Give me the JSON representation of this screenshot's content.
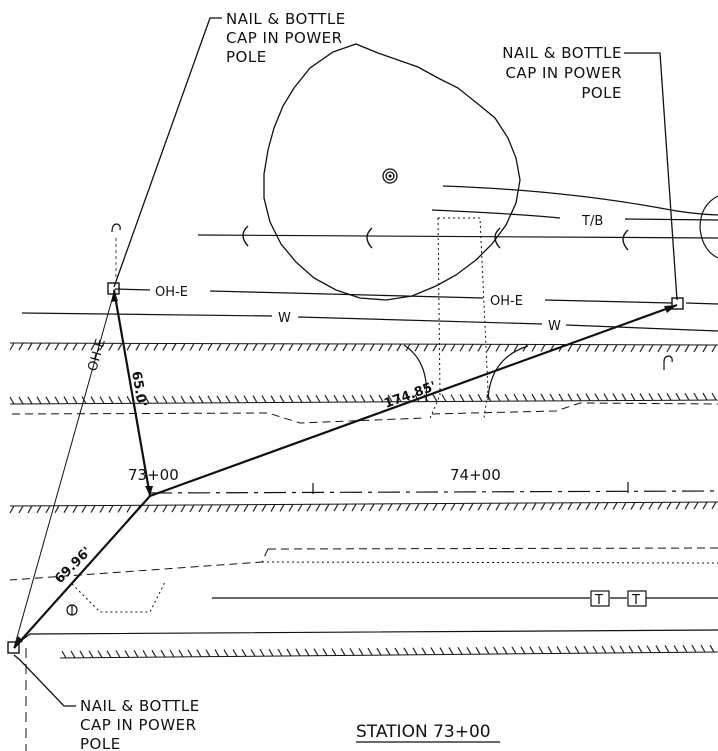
{
  "notes": {
    "top_left": [
      "NAIL & BOTTLE",
      "CAP IN POWER",
      "POLE"
    ],
    "top_right": [
      "NAIL & BOTTLE",
      "CAP IN POWER",
      "POLE"
    ],
    "bottom_left": [
      "NAIL & BOTTLE",
      "CAP IN POWER",
      "POLE"
    ]
  },
  "utility_labels": {
    "overhead_electric": "OH-E",
    "water": "W",
    "telephone_box": "T/B",
    "transformer": "T"
  },
  "dimensions": {
    "d1": "65.0'",
    "d2": "174.85'",
    "d3": "69.96'"
  },
  "stations": {
    "s1": "73+00",
    "s2": "74+00"
  },
  "title": "STATION 73+00"
}
